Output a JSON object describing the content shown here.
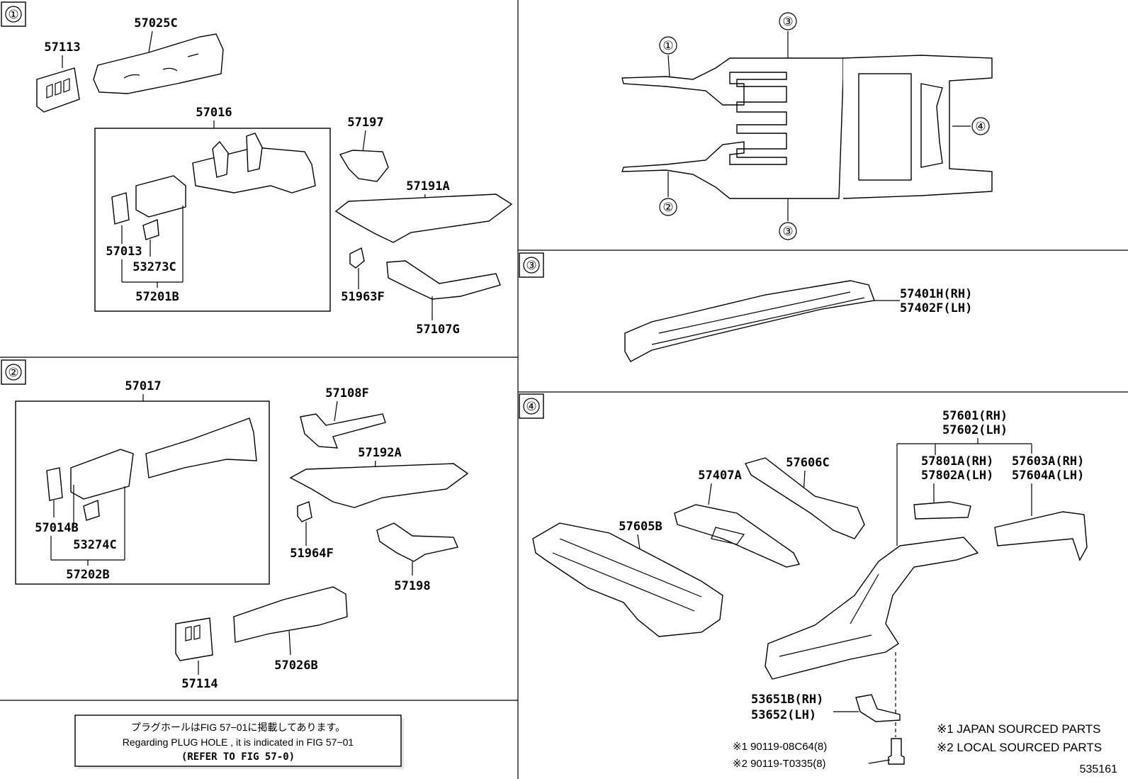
{
  "sections": {
    "s1": "①",
    "s2": "②",
    "s3": "③",
    "s4": "④"
  },
  "overview": {
    "c1": "①",
    "c2": "②",
    "c3a": "③",
    "c3b": "③",
    "c4": "④"
  },
  "parts1": {
    "p57113": "57113",
    "p57025C": "57025C",
    "p57016": "57016",
    "p57197": "57197",
    "p57191A": "57191A",
    "p57013": "57013",
    "p53273C": "53273C",
    "p57201B": "57201B",
    "p51963F": "51963F",
    "p57107G": "57107G"
  },
  "parts2": {
    "p57017": "57017",
    "p57108F": "57108F",
    "p57192A": "57192A",
    "p57014B": "57014B",
    "p53274C": "53274C",
    "p57202B": "57202B",
    "p51964F": "51964F",
    "p57198": "57198",
    "p57114": "57114",
    "p57026B": "57026B"
  },
  "parts3": {
    "p57401H": "57401H(RH)",
    "p57402F": "57402F(LH)"
  },
  "parts4": {
    "p57601": "57601(RH)",
    "p57602": "57602(LH)",
    "p57801A": "57801A(RH)",
    "p57802A": "57802A(LH)",
    "p57603A": "57603A(RH)",
    "p57604A": "57604A(LH)",
    "p57407A": "57407A",
    "p57606C": "57606C",
    "p57605B": "57605B",
    "p53651B": "53651B(RH)",
    "p53652": "53652(LH)",
    "bolt1": "※1 90119-08C64(8)",
    "bolt2": "※2 90119-T0335(8)"
  },
  "note": {
    "jp": "プラグホールはFIG 57−01に掲載してあります。",
    "en": "Regarding  PLUG  HOLE , it is indicated in FIG  57−01",
    "ref": "(REFER TO FIG 57-0)"
  },
  "sources": {
    "japan": "※1 JAPAN SOURCED PARTS",
    "local": "※2 LOCAL SOURCED PARTS"
  },
  "figure_id": "535161"
}
